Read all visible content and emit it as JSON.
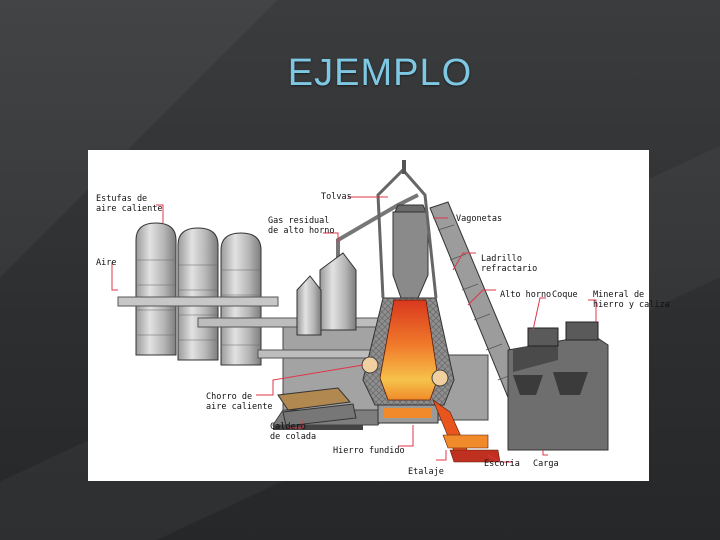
{
  "slide": {
    "title": "EJEMPLO"
  },
  "diagram": {
    "labels": {
      "estufas_l1": "Estufas de",
      "estufas_l2": "aire caliente",
      "tolvas": "Tolvas",
      "gas_l1": "Gas residual",
      "gas_l2": "de alto horno",
      "vagonetas": "Vagonetas",
      "aire": "Aire",
      "ladrillo_l1": "Ladrillo",
      "ladrillo_l2": "refractario",
      "alto_horno": "Alto horno",
      "coque": "Coque",
      "mineral_l1": "Mineral de",
      "mineral_l2": "hierro y caliza",
      "chorro_l1": "Chorro de",
      "chorro_l2": "aire caliente",
      "caldero_l1": "Caldero",
      "caldero_l2": "de colada",
      "hierro_fundido": "Hierro fundido",
      "escoria": "Escoria",
      "carga": "Carga",
      "etalaje": "Etalaje"
    },
    "colors": {
      "metal": "#b9b9b9",
      "molten": "#e8561e",
      "hot_core": "#f6c24a",
      "leader": "#e0344a"
    }
  }
}
